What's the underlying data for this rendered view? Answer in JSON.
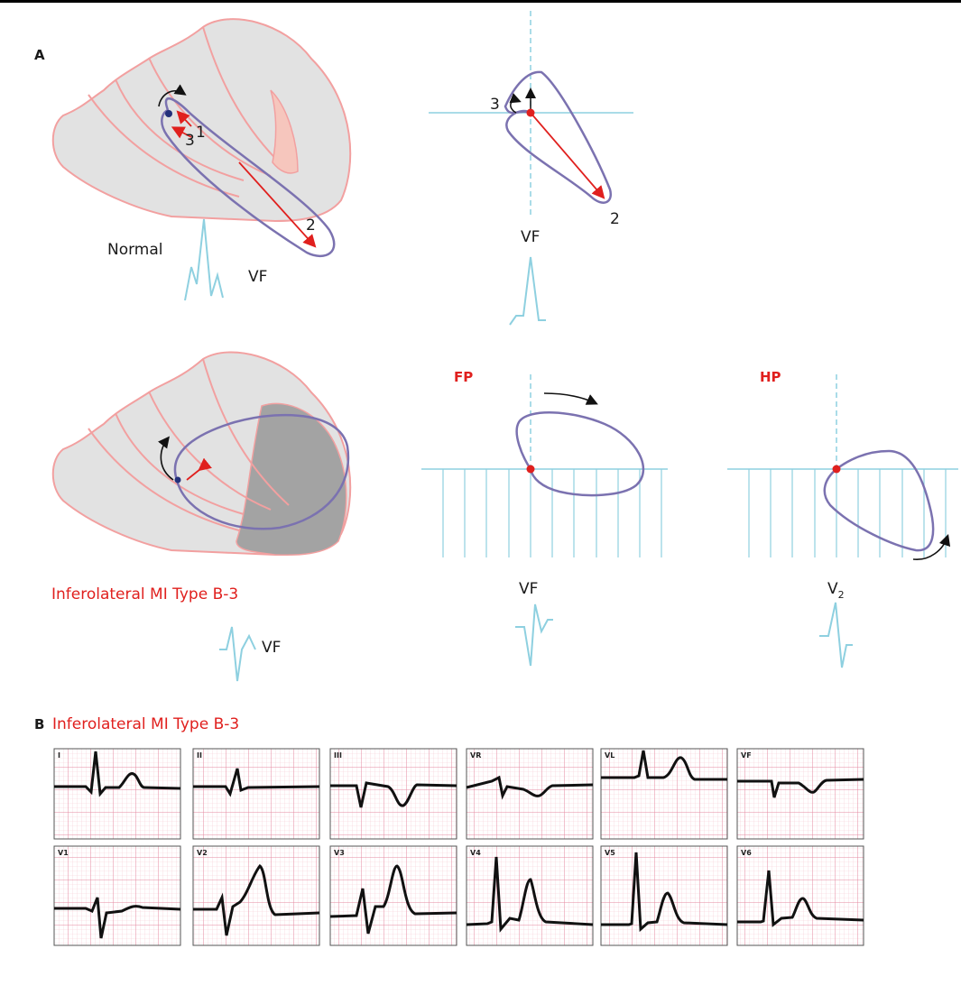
{
  "panel_a": {
    "letter": "A",
    "normal_label": "Normal",
    "heart1_vf": "VF",
    "loop_label_1": "1",
    "loop_label_2": "2",
    "loop_label_3": "3",
    "fp_top_vf": "VF",
    "fp_top_label_2": "2",
    "fp_top_label_3": "3",
    "fp_label": "FP",
    "hp_label": "HP",
    "fp_vf": "VF",
    "hp_v": "V",
    "hp_v_sub": "2",
    "mi_title": "Inferolateral MI Type B-3",
    "mi_vf": "VF"
  },
  "panel_b": {
    "letter": "B",
    "title": "Inferolateral MI Type B-3",
    "row1_leads": [
      "I",
      "II",
      "III",
      "VR",
      "VL",
      "VF"
    ],
    "row2_leads": [
      "V1",
      "V2",
      "V3",
      "V4",
      "V5",
      "V6"
    ]
  },
  "colors": {
    "red": "#e0201e",
    "loop": "#7b72b0",
    "axis": "#8ed0e0",
    "heart_fill": "#e2e2e2",
    "heart_edge": "#f2a0a0",
    "infarct": "#a3a3a3",
    "grid": "#f0a8b8"
  }
}
